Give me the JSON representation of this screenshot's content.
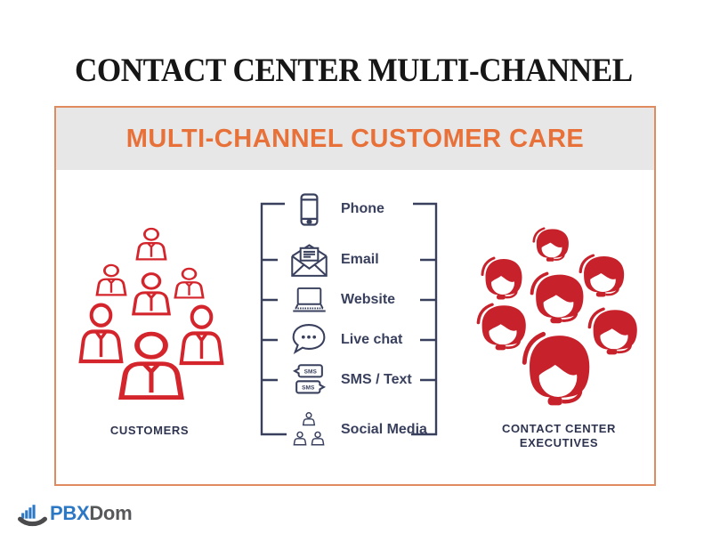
{
  "title": "CONTACT CENTER MULTI-CHANNEL",
  "diagram": {
    "banner": "MULTI-CHANNEL CUSTOMER CARE",
    "customers": {
      "label": "CUSTOMERS",
      "count": 7,
      "icon": "person-outline-icon"
    },
    "executives": {
      "label_line1": "CONTACT CENTER",
      "label_line2": "EXECUTIVES",
      "count": 7,
      "icon": "agent-headset-icon"
    },
    "channels": [
      {
        "icon": "phone-icon",
        "label": "Phone"
      },
      {
        "icon": "email-icon",
        "label": "Email"
      },
      {
        "icon": "website-icon",
        "label": "Website"
      },
      {
        "icon": "live-chat-icon",
        "label": "Live chat"
      },
      {
        "icon": "sms-icon",
        "label": "SMS / Text",
        "bubble_text": "SMS"
      },
      {
        "icon": "social-media-icon",
        "label": "Social Media"
      }
    ]
  },
  "logo": {
    "part1": "PBX",
    "part2": "Dom"
  },
  "colors": {
    "banner_text": "#E8713A",
    "panel_border": "#E08A5F",
    "banner_bg": "#E7E7E7",
    "customer_red": "#D4252C",
    "agent_red": "#C7222B",
    "navy": "#39405E",
    "logo_blue": "#2C78C5",
    "logo_gray": "#57585A",
    "title_black": "#161616"
  }
}
